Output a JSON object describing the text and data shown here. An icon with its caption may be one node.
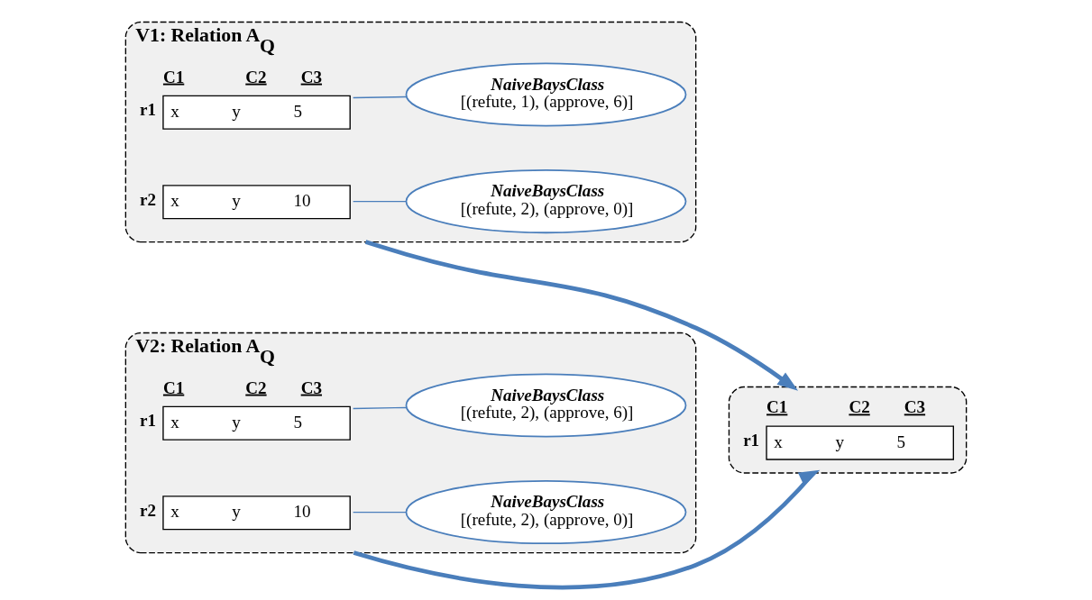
{
  "diagram": {
    "nodes": [
      {
        "text": [
          "V1: Relation A$_{Q}$"
        ]
      },
      {
        "text": [
          "C1",
          "C2",
          "C3",
          "x",
          "y",
          "5"
        ],
        "beside": [
          "r1"
        ],
        "in": 0
      },
      {
        "text": [
          "NaiveBaysClass",
          "[(refute, 1), (approve, 6)]"
        ],
        "in": 0
      },
      {
        "text": [
          "x",
          "y",
          "10"
        ],
        "beside": [
          "r2"
        ],
        "in": 0
      },
      {
        "text": [
          "NaiveBaysClass",
          "[(refute, 2), (approve, 0)]"
        ],
        "in": 0
      },
      {
        "text": [
          "V2: Relation A$_{Q}$"
        ]
      },
      {
        "text": [
          "C1",
          "C2",
          "C3",
          "x",
          "y",
          "5"
        ],
        "beside": [
          "r1"
        ],
        "in": 5
      },
      {
        "text": [
          "NaiveBaysClass",
          "[(refute, 2), (approve, 6)]"
        ],
        "in": 5
      },
      {
        "text": [
          "x",
          "y",
          "10"
        ],
        "beside": [
          "r2"
        ],
        "in": 5
      },
      {
        "text": [
          "NaiveBaysClass",
          "[(refute, 2), (approve, 0)]"
        ],
        "in": 5
      },
      {
        "text": [],
        "shape": "box"
      },
      {
        "text": [
          "C1",
          "C2",
          "C3",
          "x",
          "y",
          "5"
        ],
        "beside": [
          "r1"
        ],
        "in": 10
      }
    ],
    "edges": [
      {
        "from": 1,
        "to": 2,
        "arrow": "none"
      },
      {
        "from": 3,
        "to": 4,
        "arrow": "none"
      },
      {
        "from": 6,
        "to": 7,
        "arrow": "none"
      },
      {
        "from": 8,
        "to": 9,
        "arrow": "none"
      },
      {
        "from": 0,
        "to": 10,
        "arrow": "to",
        "style": "thick"
      },
      {
        "from": 5,
        "to": 10,
        "arrow": "to",
        "style": "thick"
      }
    ]
  }
}
